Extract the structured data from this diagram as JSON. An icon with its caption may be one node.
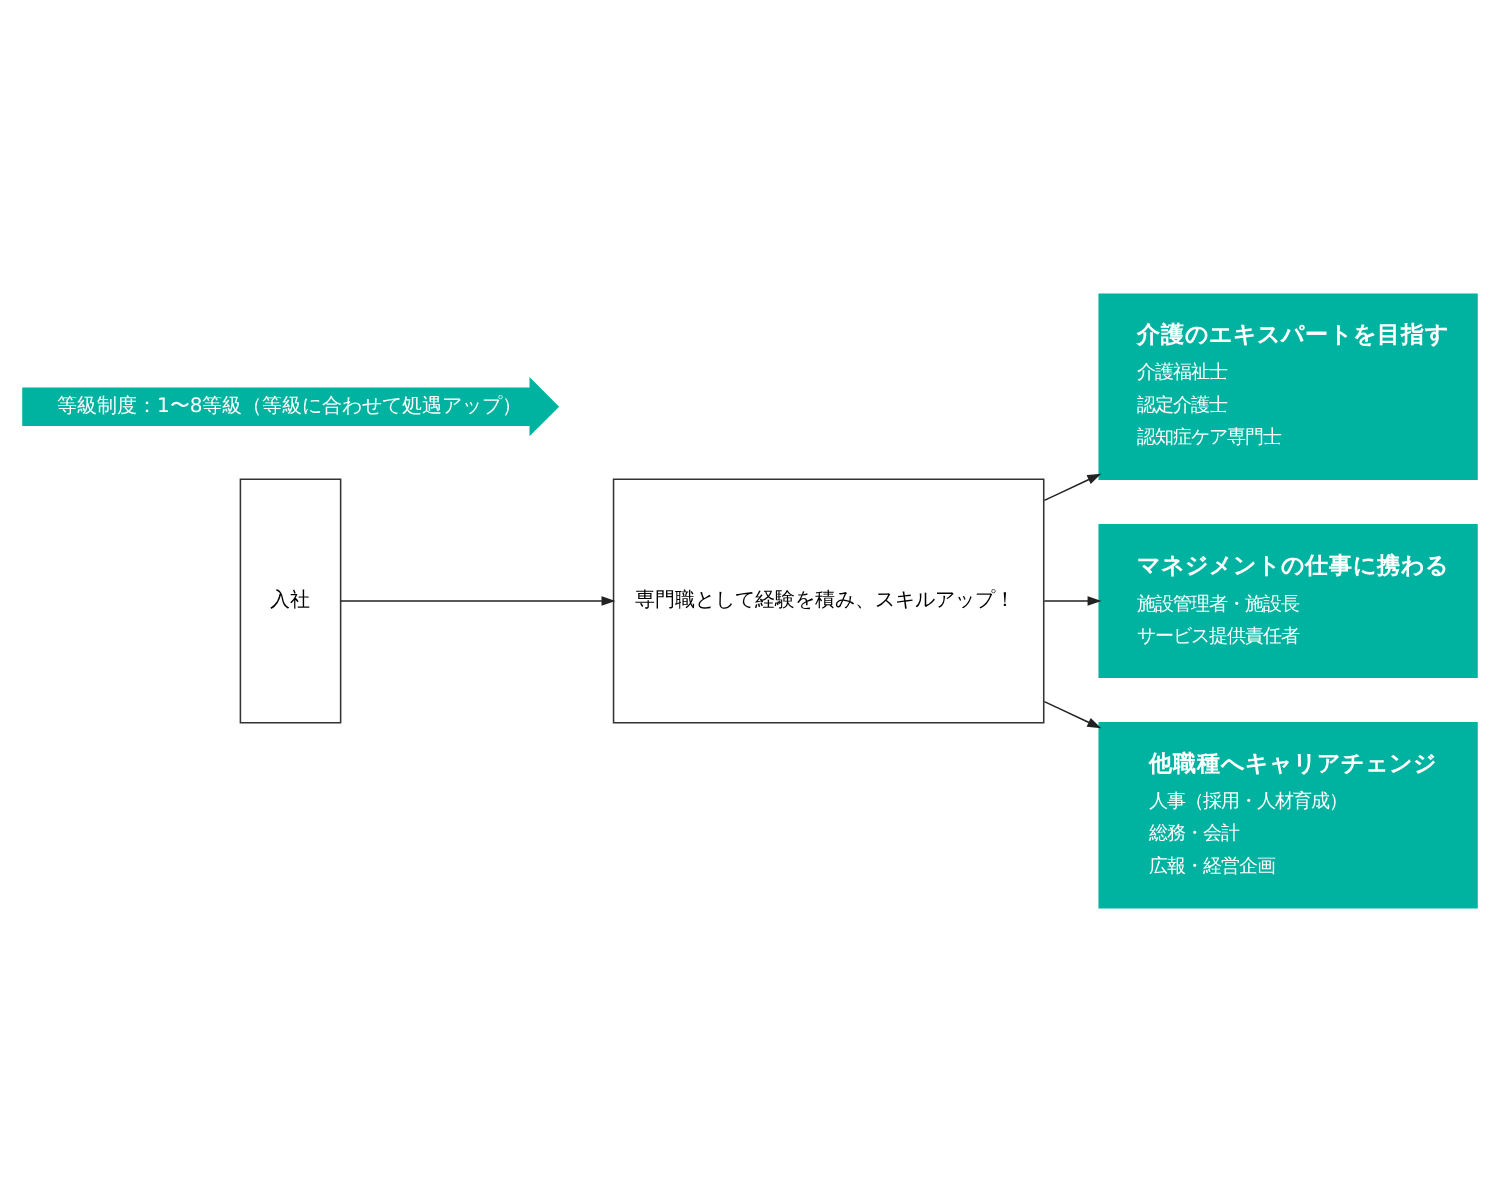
{
  "diagram": {
    "nodes": [
      {
        "text": [
          "入社"
        ]
      },
      {
        "text": [
          "専門職として経験を積み、スキルアップ！"
        ]
      },
      {
        "text": [
          "介護のエキスパートを目指す",
          "介護福祉士",
          "認定介護士",
          "認知症ケア専門士"
        ]
      },
      {
        "text": [
          "マネジメントの仕事に携わる",
          "施設管理者・施設長",
          "サービス提供責任者"
        ]
      },
      {
        "text": [
          "他職種へキャリアチェンジ",
          "人事（採用・人材育成）",
          "総務・会計",
          "広報・経営企画"
        ]
      },
      {
        "text": [
          "等級制度：1〜8等級（等級に合わせて処遇アップ）"
        ]
      }
    ],
    "edges": [
      {
        "from": 0,
        "to": 1,
        "arrow": "to"
      },
      {
        "from": 1,
        "to": 2,
        "arrow": "to"
      },
      {
        "from": 1,
        "to": 3,
        "arrow": "to"
      },
      {
        "from": 1,
        "to": 4,
        "arrow": "to"
      }
    ]
  }
}
